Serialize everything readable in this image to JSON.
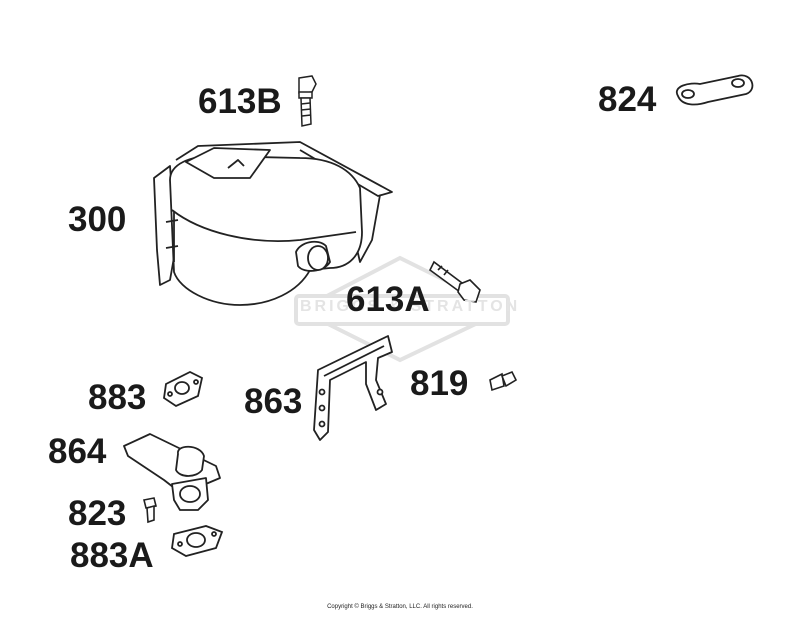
{
  "labels": {
    "l613B": "613B",
    "l824": "824",
    "l300": "300",
    "l613A": "613A",
    "l883": "883",
    "l863": "863",
    "l819": "819",
    "l864": "864",
    "l823": "823",
    "l883A": "883A"
  },
  "watermark": "BRIGGS & STRATTON",
  "copyright": "Copyright © Briggs & Stratton, LLC. All rights reserved."
}
